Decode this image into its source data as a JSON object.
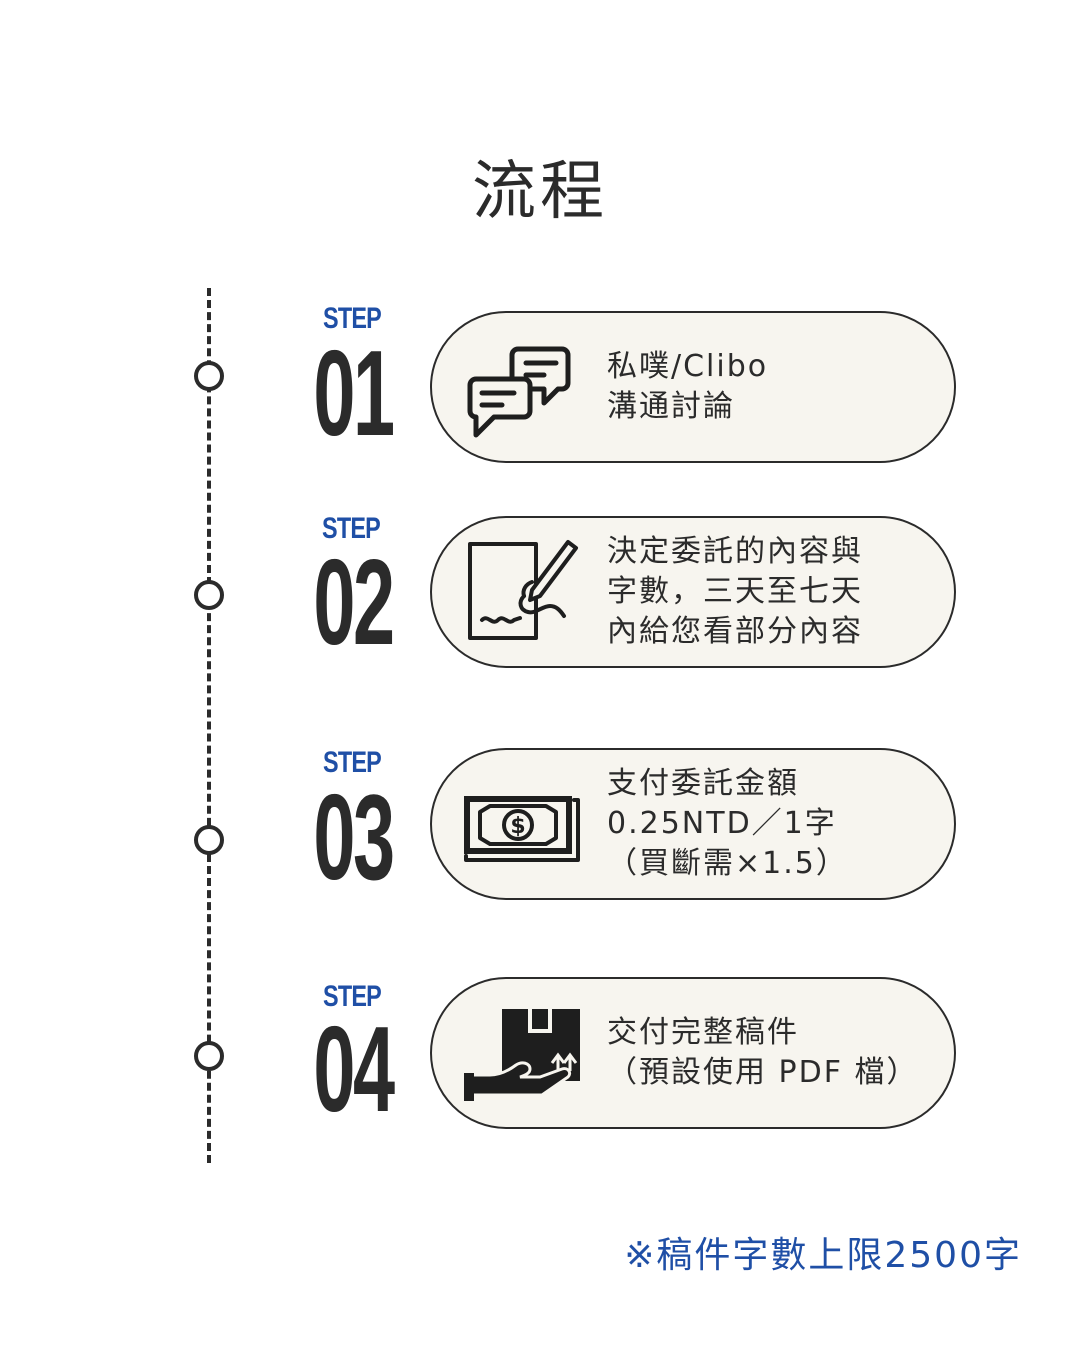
{
  "title": "流程",
  "steps": [
    {
      "label": "STEP",
      "number": "01",
      "icon": "chat-bubbles-icon",
      "lines": [
        "私噗/Clibo",
        "溝通討論"
      ]
    },
    {
      "label": "STEP",
      "number": "02",
      "icon": "signing-document-icon",
      "lines": [
        "決定委託的內容與",
        "字數，三天至七天",
        "內給您看部分內容"
      ]
    },
    {
      "label": "STEP",
      "number": "03",
      "icon": "money-bill-icon",
      "lines": [
        "支付委託金額",
        "0.25NTD／1字",
        "（買斷需×1.5）"
      ]
    },
    {
      "label": "STEP",
      "number": "04",
      "icon": "package-delivery-icon",
      "lines": [
        "交付完整稿件",
        "（預設使用 PDF 檔）"
      ]
    }
  ],
  "note": "※稿件字數上限2500字",
  "colors": {
    "accent": "#1f4fa6",
    "text": "#2b2b2b",
    "card_bg": "#f7f5ef"
  }
}
